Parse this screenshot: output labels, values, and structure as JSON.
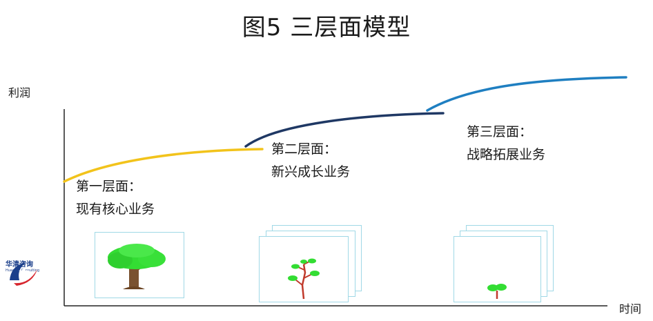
{
  "title": "图5 三层面模型",
  "axes": {
    "y_label": "利润",
    "x_label": "时间"
  },
  "layers": [
    {
      "line1": "第一层面：",
      "line2": "现有核心业务",
      "curve_color": "#f2c31b"
    },
    {
      "line1": "第二层面：",
      "line2": "新兴成长业务",
      "curve_color": "#1f3864"
    },
    {
      "line1": "第三层面：",
      "line2": "战略拓展业务",
      "curve_color": "#1f7fc1"
    }
  ],
  "logo": {
    "name": "华清咨询",
    "subtitle": "Huaqing Consulting"
  },
  "colors": {
    "card_border": "#9fd8e6",
    "leaf_green": "#33dd33",
    "stem_red": "#c0392b"
  }
}
